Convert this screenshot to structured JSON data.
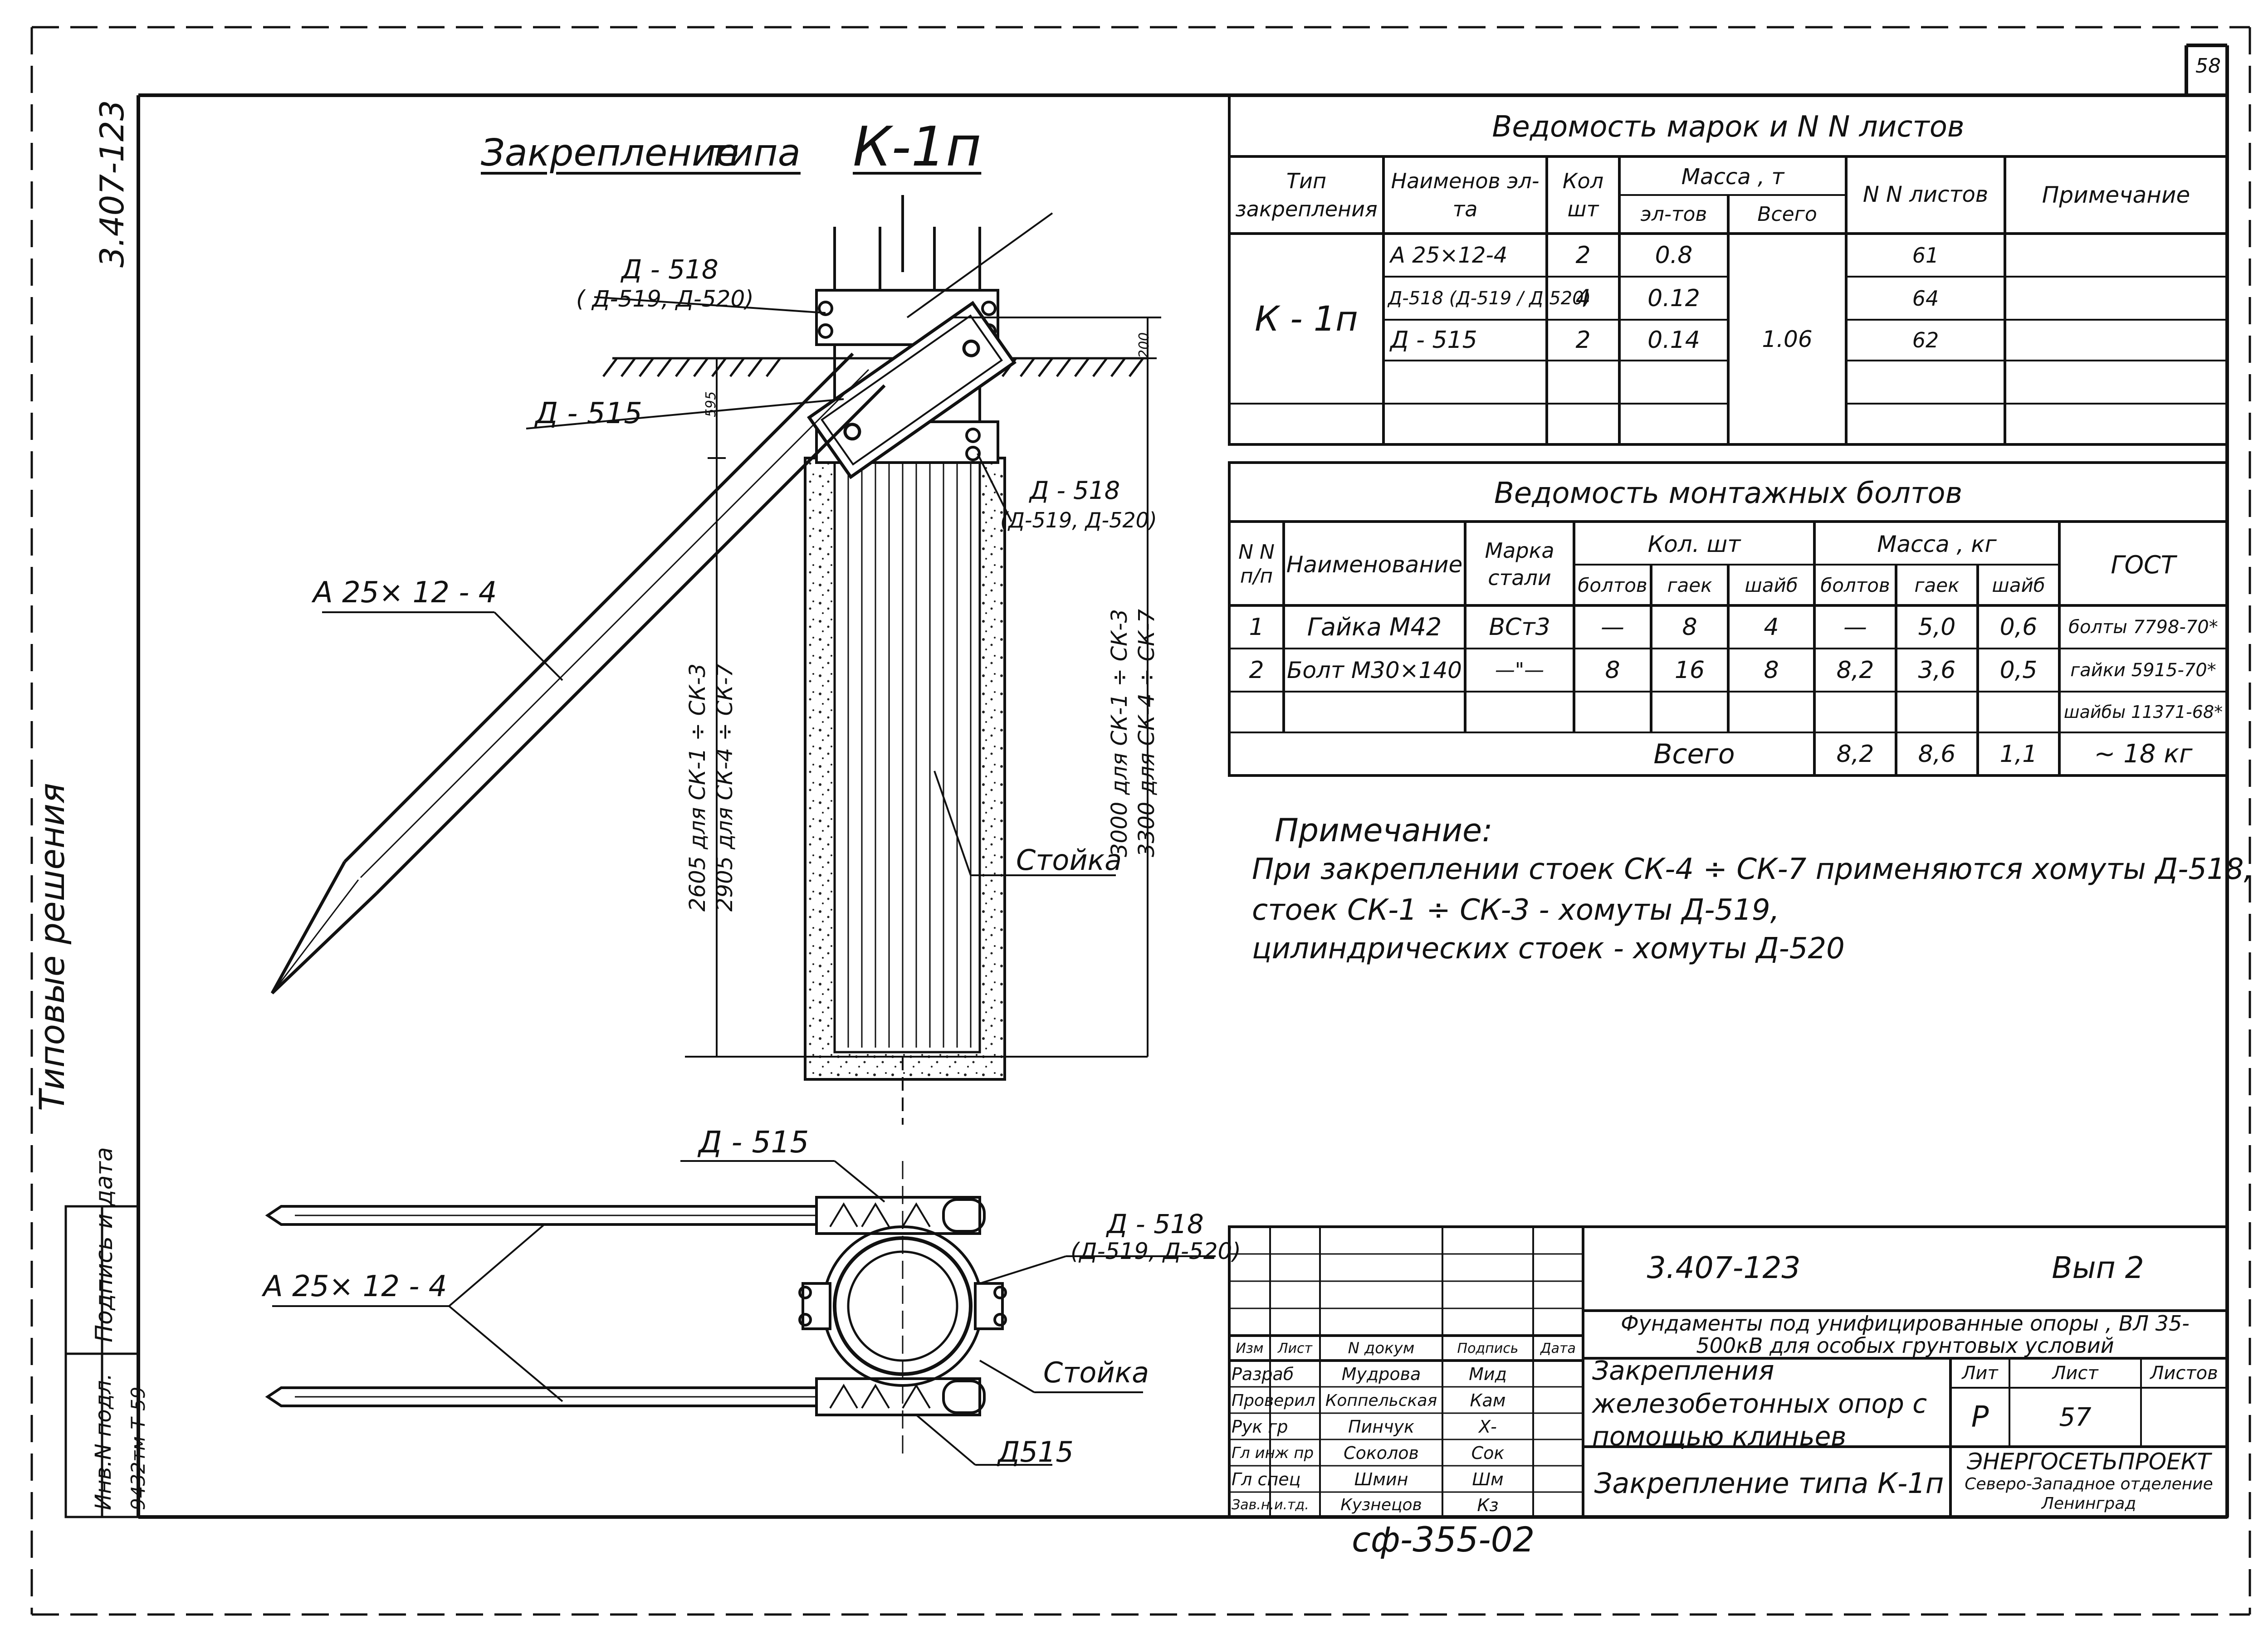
{
  "sheet": {
    "page_number": "58",
    "series_code": "3.407-123",
    "category": "Типовые решения",
    "archive_label": "Инв.N подл.",
    "archive_number": "9432тм-Т-59",
    "sign_label": "Подпись и дата",
    "bottom_code": "сф-355-02"
  },
  "drawing": {
    "title_prefix": "Закрепление",
    "title_mid": "типа",
    "title_type": "К-1п",
    "labels": {
      "d518_top": "Д - 518",
      "d518_top_sub": "( Д-519, Д-520)",
      "d515_top": "Д - 515",
      "d518_right": "Д - 518",
      "d518_right_sub": "(Д-519, Д-520)",
      "anchor_top": "А 25× 12 - 4",
      "stoika_top": "Стойка",
      "dim_200": "200",
      "dim_595": "595",
      "dim_left_1": "2605 для СК-1 ÷ СК-3",
      "dim_left_2": "2905 для СК-4 ÷ СК-7",
      "dim_right_1": "3000 для СК-1 ÷ СК-3",
      "dim_right_2": "3300 для СК-4 ÷ СК-7",
      "d515_plan": "Д - 515",
      "d518_plan": "Д - 518",
      "d518_plan_sub": "(Д-519, Д-520)",
      "anchor_plan": "А 25× 12 - 4",
      "stoika_plan": "Стойка",
      "d515_plan_bottom": "Д515"
    }
  },
  "marks_table": {
    "title": "Ведомость марок и N N листов",
    "headers": {
      "type": "Тип закрепления",
      "name": "Наименов эл-та",
      "qty": "Кол шт",
      "mass": "Масса , т",
      "mass_el": "эл-тов",
      "mass_total": "Всего",
      "sheets": "N N листов",
      "note": "Примечание"
    },
    "type_value": "К - 1п",
    "total_mass": "1.06",
    "rows": [
      {
        "name": "А 25×12-4",
        "qty": "2",
        "mass": "0.8",
        "sheet": "61"
      },
      {
        "name": "Д-518 (Д-519 / Д 520)",
        "qty": "4",
        "mass": "0.12",
        "sheet": "64"
      },
      {
        "name": "Д - 515",
        "qty": "2",
        "mass": "0.14",
        "sheet": "62"
      }
    ]
  },
  "bolts_table": {
    "title": "Ведомость монтажных болтов",
    "headers": {
      "nn": "N N п/п",
      "name": "Наименование",
      "steel": "Марка стали",
      "qty": "Кол. шт",
      "mass": "Масса , кг",
      "bolts": "болтов",
      "nuts": "гаек",
      "washers": "шайб",
      "gost": "ГОСТ"
    },
    "rows": [
      {
        "nn": "1",
        "name": "Гайка М42",
        "steel": "ВСт3",
        "q_b": "—",
        "q_n": "8",
        "q_w": "4",
        "m_b": "—",
        "m_n": "5,0",
        "m_w": "0,6",
        "gost": "болты 7798-70*"
      },
      {
        "nn": "2",
        "name": "Болт М30×140",
        "steel": "—\"—",
        "q_b": "8",
        "q_n": "16",
        "q_w": "8",
        "m_b": "8,2",
        "m_n": "3,6",
        "m_w": "0,5",
        "gost": "гайки 5915-70*"
      },
      {
        "nn": "",
        "name": "",
        "steel": "",
        "q_b": "",
        "q_n": "",
        "q_w": "",
        "m_b": "",
        "m_n": "",
        "m_w": "",
        "gost": "шайбы 11371-68*"
      }
    ],
    "total_label": "Всего",
    "total_b": "8,2",
    "total_n": "8,6",
    "total_w": "1,1",
    "total_gost": "~ 18 кг"
  },
  "notes": {
    "heading": "Примечание:",
    "line1": "При закреплении стоек СК-4 ÷ СК-7 применяются хомуты Д-518,",
    "line2": "стоек СК-1 ÷ СК-3 - хомуты Д-519,",
    "line3": "цилиндрических стоек - хомуты Д-520"
  },
  "title_block": {
    "code": "3.407-123",
    "issue": "Вып 2",
    "project": "Фундаменты под унифицированные опоры , ВЛ 35-500кВ для особых грунтовых условий",
    "subject": "Закрепления железобетонных опор с помощью клиньев",
    "sheet_title": "Закрепление типа К-1п",
    "stage_label": "Лит",
    "sheet_label": "Лист",
    "sheets_label": "Листов",
    "stage": "Р",
    "sheet": "57",
    "org1": "ЭНЕРГОСЕТЬПРОЕКТ",
    "org2": "Северо-Западное отделение",
    "org3": "Ленинград",
    "col_headers": [
      "Изм",
      "Лист",
      "N докум",
      "Подпись",
      "Дата"
    ],
    "roles": [
      {
        "role": "Разраб",
        "name": "Мудрова",
        "sign": "Мид"
      },
      {
        "role": "Проверил",
        "name": "Коппельская",
        "sign": "Кам"
      },
      {
        "role": "Рук гр",
        "name": "Пинчук",
        "sign": "Х-"
      },
      {
        "role": "Гл инж пр",
        "name": "Соколов",
        "sign": "Сок"
      },
      {
        "role": "Гл спец",
        "name": "Шмин",
        "sign": "Шм"
      },
      {
        "role": "Зав.н.и.тд.",
        "name": "Кузнецов",
        "sign": "Кз"
      }
    ]
  }
}
